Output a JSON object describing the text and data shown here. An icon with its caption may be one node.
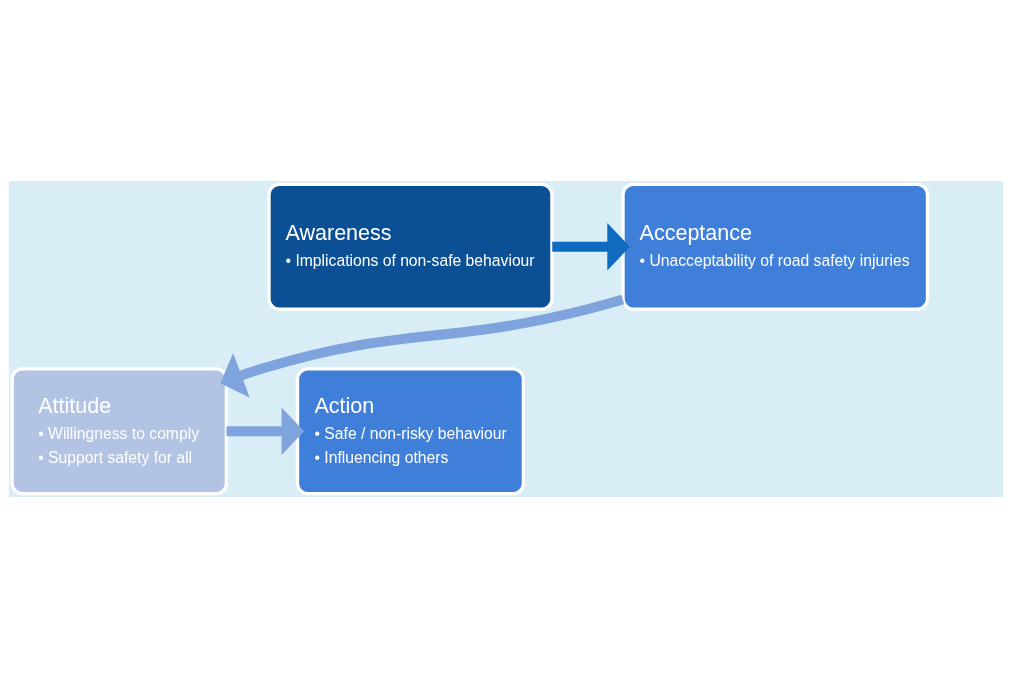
{
  "diagram": {
    "nodes": [
      {
        "text": [
          "Awareness",
          "• Implications of non-safe behaviour"
        ]
      },
      {
        "text": [
          "Acceptance",
          "• Unacceptability of road safety injuries"
        ]
      },
      {
        "text": [
          "Attitude",
          "• Willingness to comply",
          "• Support safety for all"
        ]
      },
      {
        "text": [
          "Action",
          "• Safe / non-risky behaviour",
          "• Influencing others"
        ]
      }
    ],
    "edges": [
      {
        "from": 0,
        "to": 1,
        "arrow": "to",
        "color": "#0f6bbf"
      },
      {
        "from": 1,
        "to": 2,
        "arrow": "to"
      },
      {
        "from": 2,
        "to": 3,
        "arrow": "to"
      }
    ]
  }
}
